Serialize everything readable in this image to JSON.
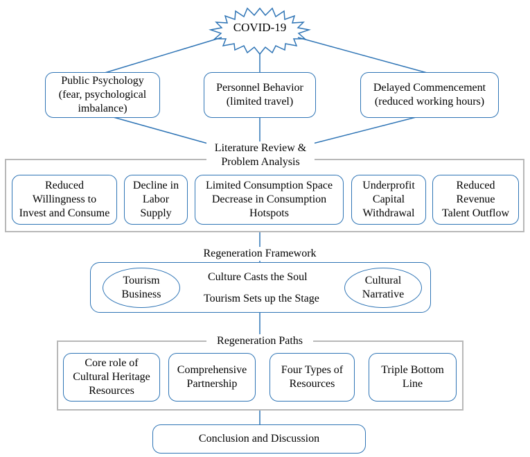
{
  "top": {
    "label": "COVID-19"
  },
  "impacts": [
    {
      "label": "Public Psychology\n(fear, psychological\nimbalance)"
    },
    {
      "label": "Personnel Behavior\n(limited travel)"
    },
    {
      "label": "Delayed Commencement\n(reduced working hours)"
    }
  ],
  "review": {
    "title": "Literature Review &\nProblem Analysis",
    "items": [
      {
        "label": "Reduced\nWillingness to\nInvest and Consume"
      },
      {
        "label": "Decline in\nLabor\nSupply"
      },
      {
        "label": "Limited Consumption Space\nDecrease in Consumption\nHotspots"
      },
      {
        "label": "Underprofit\nCapital\nWithdrawal"
      },
      {
        "label": "Reduced\nRevenue\nTalent Outflow"
      }
    ]
  },
  "framework": {
    "title": "Regeneration Framework",
    "left": "Tourism\nBusiness",
    "right": "Cultural\nNarrative",
    "arrow_top": "Culture Casts the Soul",
    "arrow_bottom": "Tourism Sets up the Stage"
  },
  "paths": {
    "title": "Regeneration Paths",
    "items": [
      {
        "label": "Core role of\nCultural Heritage\nResources"
      },
      {
        "label": "Comprehensive\nPartnership"
      },
      {
        "label": "Four Types of\nResources"
      },
      {
        "label": "Triple Bottom\nLine"
      }
    ]
  },
  "conclusion": {
    "label": "Conclusion and Discussion"
  },
  "colors": {
    "accent": "#2e74b5",
    "frame": "#b8b8b8"
  }
}
